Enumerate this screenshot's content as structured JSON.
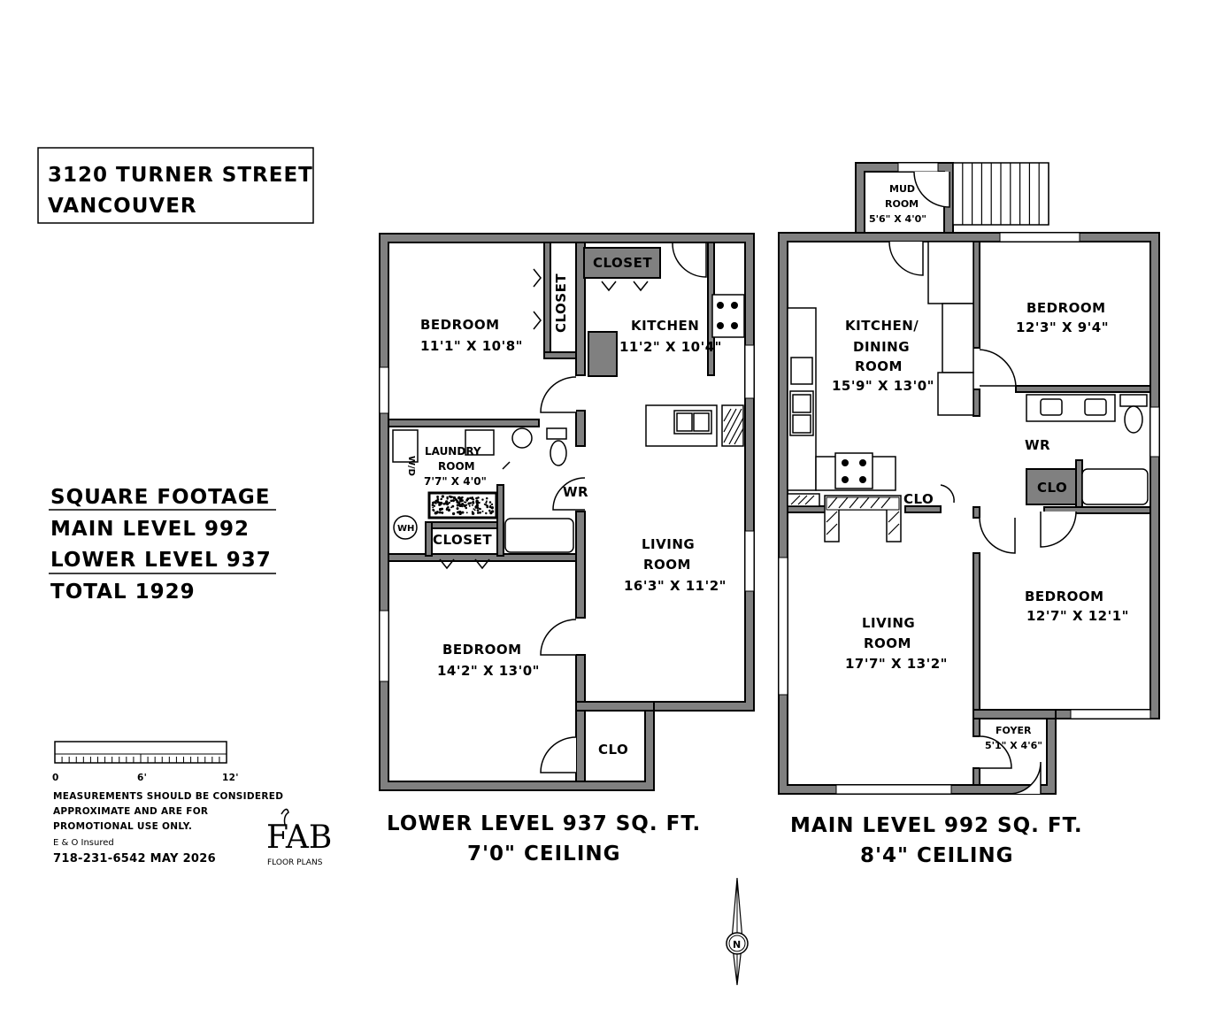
{
  "address": {
    "line1": "3120 TURNER STREET",
    "line2": "VANCOUVER"
  },
  "square_footage": {
    "heading": "SQUARE FOOTAGE",
    "main": "MAIN LEVEL 992",
    "lower": "LOWER LEVEL 937",
    "total": "TOTAL 1929"
  },
  "scale": {
    "ticks": [
      "0",
      "6'",
      "12'"
    ]
  },
  "notes": {
    "line1": "MEASUREMENTS SHOULD BE CONSIDERED",
    "line2": "APPROXIMATE AND ARE FOR",
    "line3": "PROMOTIONAL USE ONLY.",
    "line4": "E & O Insured",
    "line5": "718-231-6542  MAY 2026"
  },
  "logo": {
    "mark": "FAB",
    "sub": "FLOOR PLANS"
  },
  "lower_level": {
    "caption1": "LOWER LEVEL 937 SQ. FT.",
    "caption2": "7'0\" CEILING",
    "rooms": {
      "bedroom1_name": "BEDROOM",
      "bedroom1_size": "11'1\" X 10'8\"",
      "closet_vertical": "CLOSET",
      "closet_top": "CLOSET",
      "kitchen_name": "KITCHEN",
      "kitchen_size": "11'2\" X 10'4\"",
      "laundry_name1": "LAUNDRY",
      "laundry_name2": "ROOM",
      "laundry_size": "7'7\" X 4'0\"",
      "wr": "WR",
      "closet_mid": "CLOSET",
      "wd": "W/D",
      "wh": "WH",
      "living_name1": "LIVING",
      "living_name2": "ROOM",
      "living_size": "16'3\" X 11'2\"",
      "bedroom2_name": "BEDROOM",
      "bedroom2_size": "14'2\" X 13'0\"",
      "clo": "CLO"
    }
  },
  "main_level": {
    "caption1": "MAIN LEVEL 992 SQ. FT.",
    "caption2": "8'4\" CEILING",
    "rooms": {
      "mud_name1": "MUD",
      "mud_name2": "ROOM",
      "mud_size": "5'6\" X 4'0\"",
      "kitchen_name1": "KITCHEN/",
      "kitchen_name2": "DINING",
      "kitchen_name3": "ROOM",
      "kitchen_size": "15'9\" X 13'0\"",
      "bedroom1_name": "BEDROOM",
      "bedroom1_size": "12'3\" X 9'4\"",
      "wr": "WR",
      "clo1": "CLO",
      "clo2": "CLO",
      "living_name1": "LIVING",
      "living_name2": "ROOM",
      "living_size": "17'7\" X 13'2\"",
      "bedroom2_name": "BEDROOM",
      "bedroom2_size": "12'7\" X 12'1\"",
      "foyer_name": "FOYER",
      "foyer_size": "5'1\" X 4'6\""
    }
  },
  "compass": {
    "letter": "N"
  }
}
